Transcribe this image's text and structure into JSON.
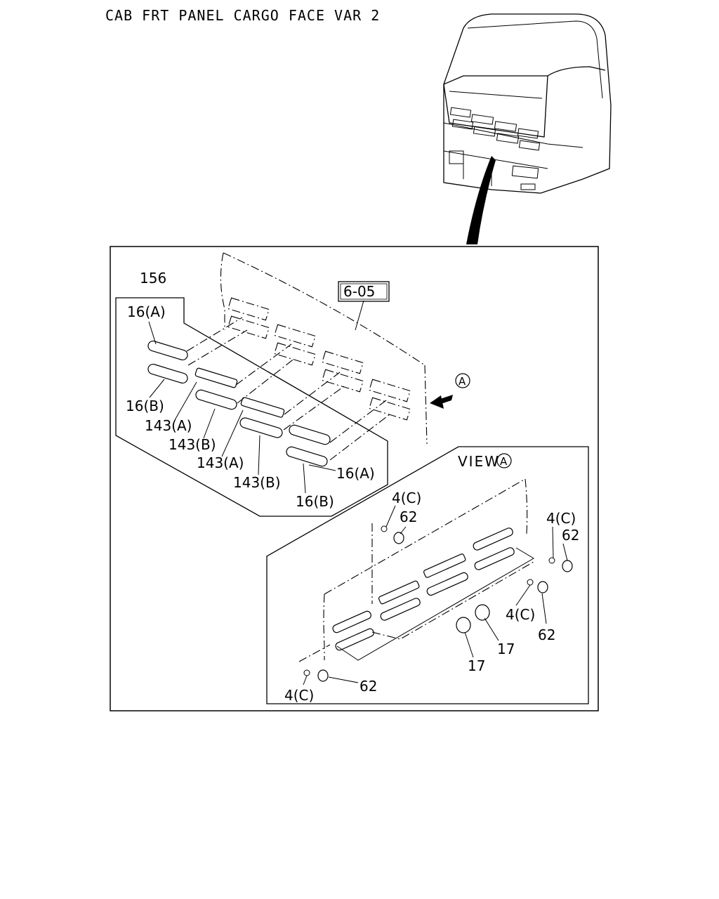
{
  "title": "CAB FRT PANEL CARGO FACE VAR 2",
  "callouts": {
    "l156": "156",
    "l16a_top": "16(A)",
    "l16b_left": "16(B)",
    "l143a_1": "143(A)",
    "l143b_1": "143(B)",
    "l143a_2": "143(A)",
    "l143b_2": "143(B)",
    "l16a_right": "16(A)",
    "l16b_bottom": "16(B)",
    "ref_605": "6-05",
    "view_a_marker": "A",
    "view_label": "VIEW",
    "view_label_marker": "A",
    "v_4c_top": "4(C)",
    "v_62_top": "62",
    "v_4c_right": "4(C)",
    "v_62_right": "62",
    "v_4c_mid": "4(C)",
    "v_62_mid": "62",
    "v_17_a": "17",
    "v_17_b": "17",
    "v_62_bottom": "62",
    "v_4c_bottom": "4(C)"
  }
}
